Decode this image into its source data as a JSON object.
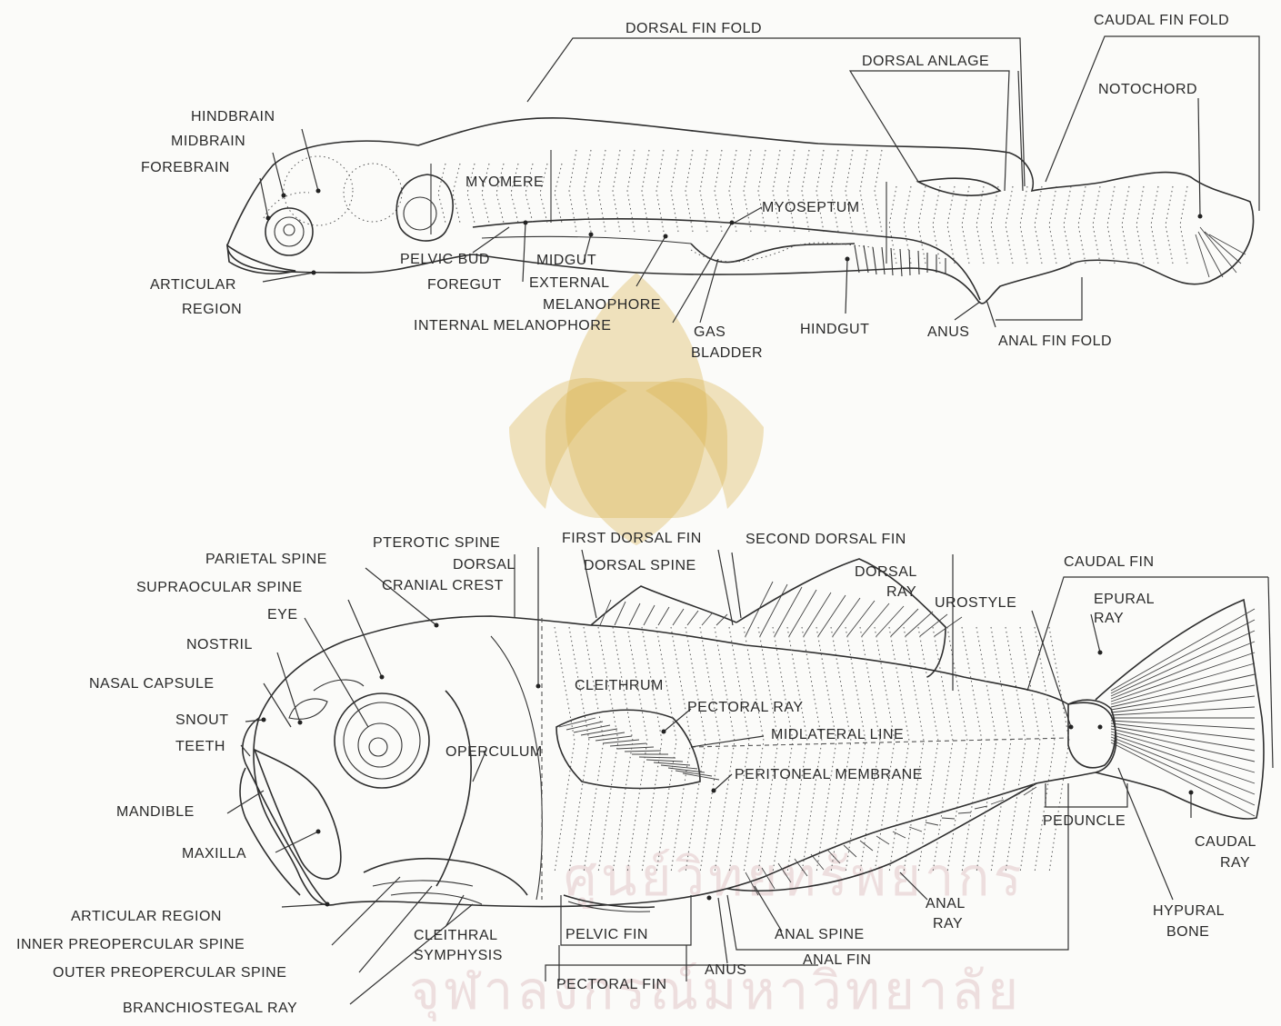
{
  "larva": {
    "labels": {
      "dorsal_fin_fold": "DORSAL FIN FOLD",
      "caudal_fin_fold": "CAUDAL FIN FOLD",
      "dorsal_anlage": "DORSAL ANLAGE",
      "notochord": "NOTOCHORD",
      "hindbrain": "HINDBRAIN",
      "midbrain": "MIDBRAIN",
      "forebrain": "FOREBRAIN",
      "myomere": "MYOMERE",
      "myoseptum": "MYOSEPTUM",
      "pelvic_bud": "PELVIC BUD",
      "midgut": "MIDGUT",
      "articular": "ARTICULAR",
      "region": "REGION",
      "foregut": "FOREGUT",
      "external": "EXTERNAL",
      "melanophore": "MELANOPHORE",
      "internal_melanophore": "INTERNAL MELANOPHORE",
      "gas": "GAS",
      "bladder": "BLADDER",
      "hindgut": "HINDGUT",
      "anus": "ANUS",
      "anal_fin_fold": "ANAL FIN FOLD"
    }
  },
  "adult": {
    "labels": {
      "pterotic_spine": "PTEROTIC SPINE",
      "first_dorsal_fin": "FIRST DORSAL FIN",
      "second_dorsal_fin": "SECOND DORSAL FIN",
      "parietal_spine": "PARIETAL SPINE",
      "dorsal": "DORSAL",
      "cranial_crest": "CRANIAL CREST",
      "dorsal_spine": "DORSAL SPINE",
      "dorsal_ray_1": "DORSAL",
      "dorsal_ray_2": "RAY",
      "caudal_fin": "CAUDAL FIN",
      "supraocular_spine": "SUPRAOCULAR SPINE",
      "eye": "EYE",
      "urostyle": "UROSTYLE",
      "epural_1": "EPURAL",
      "epural_2": "RAY",
      "nostril": "NOSTRIL",
      "nasal_capsule": "NASAL CAPSULE",
      "cleithrum": "CLEITHRUM",
      "snout": "SNOUT",
      "pectoral_ray": "PECTORAL RAY",
      "teeth": "TEETH",
      "midlateral_line": "MIDLATERAL LINE",
      "operculum": "OPERCULUM",
      "peritoneal_membrane": "PERITONEAL MEMBRANE",
      "mandible": "MANDIBLE",
      "peduncle": "PEDUNCLE",
      "caudal_ray_1": "CAUDAL",
      "caudal_ray_2": "RAY",
      "maxilla": "MAXILLA",
      "anal_ray_1": "ANAL",
      "anal_ray_2": "RAY",
      "hypural_1": "HYPURAL",
      "hypural_2": "BONE",
      "articular_region": "ARTICULAR REGION",
      "inner_preopercular_spine": "INNER PREOPERCULAR SPINE",
      "cleithral": "CLEITHRAL",
      "symphysis": "SYMPHYSIS",
      "pelvic_fin": "PELVIC FIN",
      "anal_spine": "ANAL SPINE",
      "anal_fin": "ANAL FIN",
      "outer_preopercular_spine": "OUTER PREOPERCULAR SPINE",
      "anus": "ANUS",
      "pectoral_fin": "PECTORAL FIN",
      "branchiostegal_ray": "BRANCHIOSTEGAL RAY"
    }
  },
  "watermark": {
    "text": "ศูนย์วิทยทรัพยากร จุฬาลงกรณ์มหาวิทยาลัย"
  }
}
